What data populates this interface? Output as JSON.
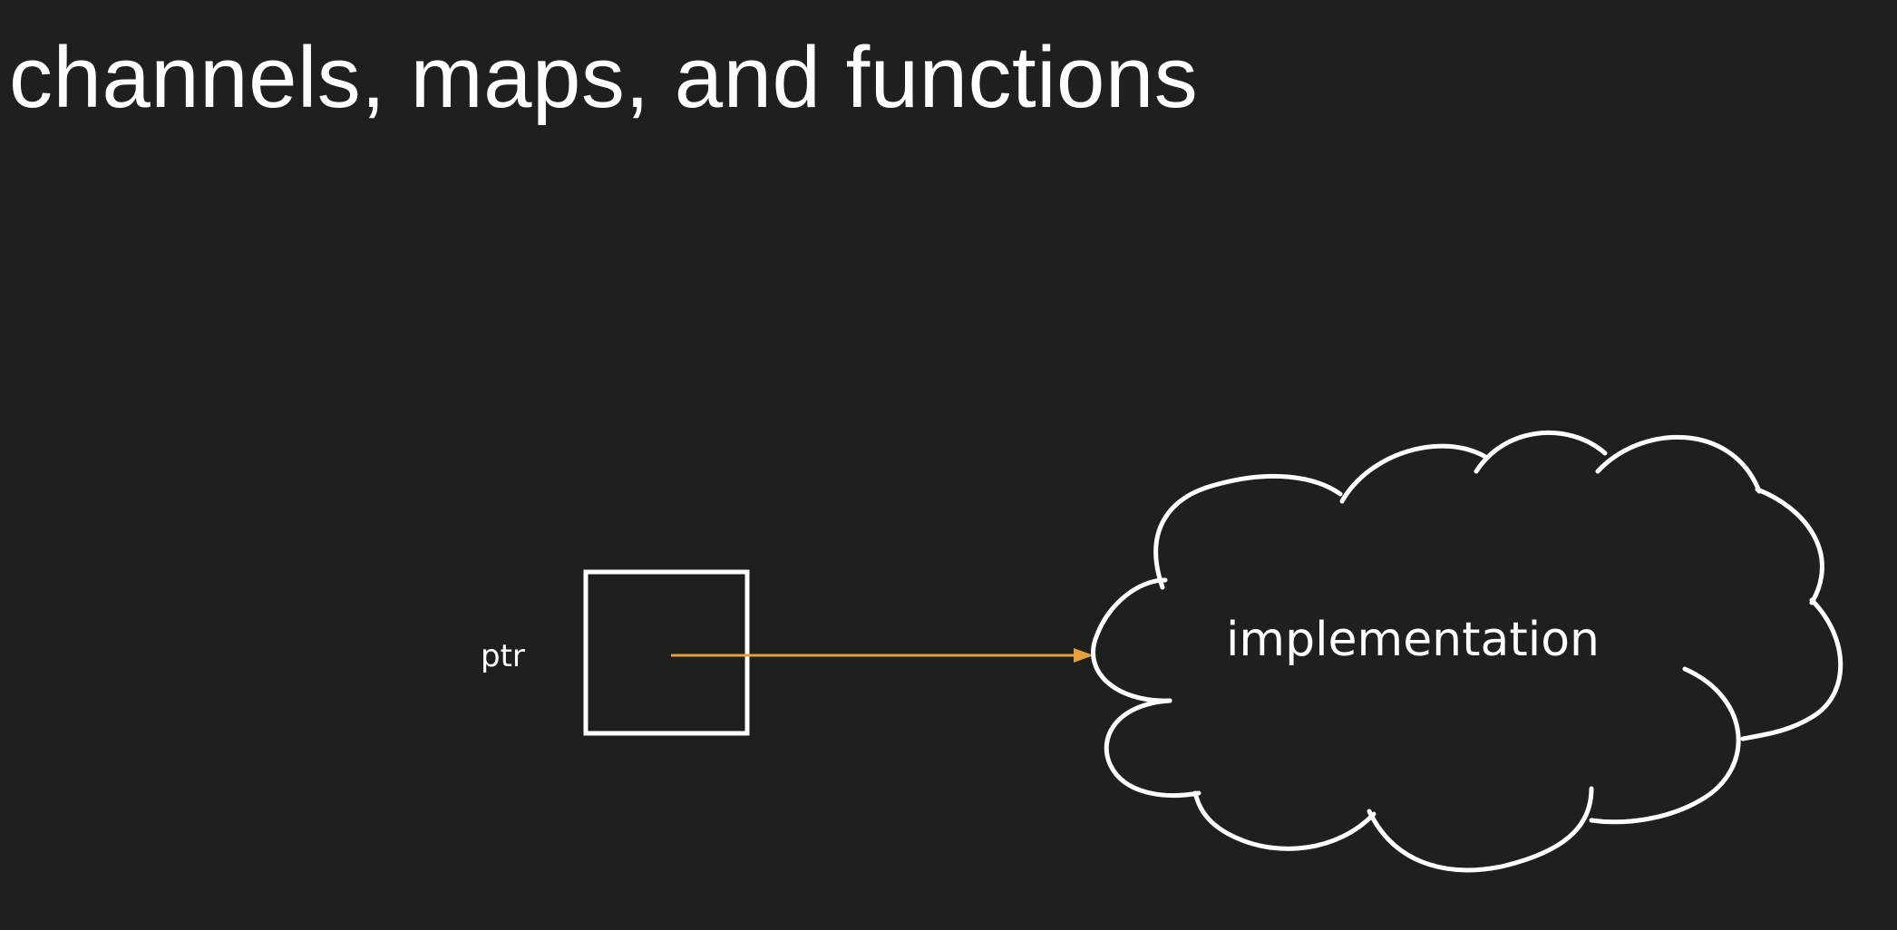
{
  "slide": {
    "title": "channels, maps, and functions"
  },
  "diagram": {
    "pointer_label": "ptr",
    "target_label": "implementation"
  },
  "colors": {
    "background": "#1e201e",
    "foreground": "#ffffff",
    "arrow": "#e6a03c"
  }
}
